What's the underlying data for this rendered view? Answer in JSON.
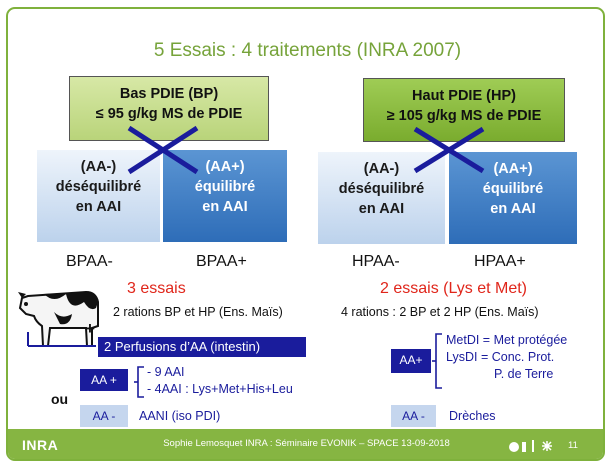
{
  "title": "5 Essais : 4 traitements (INRA 2007)",
  "bp_box": {
    "line1": "Bas PDIE (BP)",
    "line2": "≤ 95 g/kg MS de PDIE"
  },
  "hp_box": {
    "line1": "Haut PDIE (HP)",
    "line2": "≥ 105 g/kg MS de PDIE"
  },
  "aa_minus": {
    "line1": "(AA-)",
    "line2": "déséquilibré",
    "line3": "en AAI"
  },
  "aa_plus": {
    "line1": "(AA+)",
    "line2": "équilibré",
    "line3": "en AAI"
  },
  "treatments": [
    "BPAA-",
    "BPAA+",
    "HPAA-",
    "HPAA+"
  ],
  "left": {
    "essais": "3 essais",
    "rations": "2 rations BP et HP (Ens. Maïs)",
    "perfusion": "2 Perfusions d’AA (intestin)",
    "aa_plus_tag": "AA +",
    "aa_plus_lines": [
      "- 9 AAI",
      "-  4AAI : Lys+Met+His+Leu"
    ],
    "ou": "ou",
    "aa_minus_tag": "AA -",
    "aa_minus_text": "AANI (iso PDI)"
  },
  "right": {
    "essais": "2 essais (Lys et Met)",
    "rations": "4 rations : 2 BP et 2 HP (Ens. Maïs)",
    "aa_plus_tag": "AA+",
    "aa_plus_lines": [
      "MetDI = Met protégée",
      "LysDI = Conc. Prot.",
      "P. de Terre"
    ],
    "aa_minus_tag": "AA -",
    "aa_minus_text": "Drèches"
  },
  "footer": {
    "logo": "INRA",
    "text": "Sophie Lemosquet INRA : Séminaire EVONIK – SPACE 13-09-2018",
    "page": "11"
  },
  "colors": {
    "accent_green": "#86b542",
    "navy": "#1a1c9c",
    "red": "#e0261b"
  }
}
